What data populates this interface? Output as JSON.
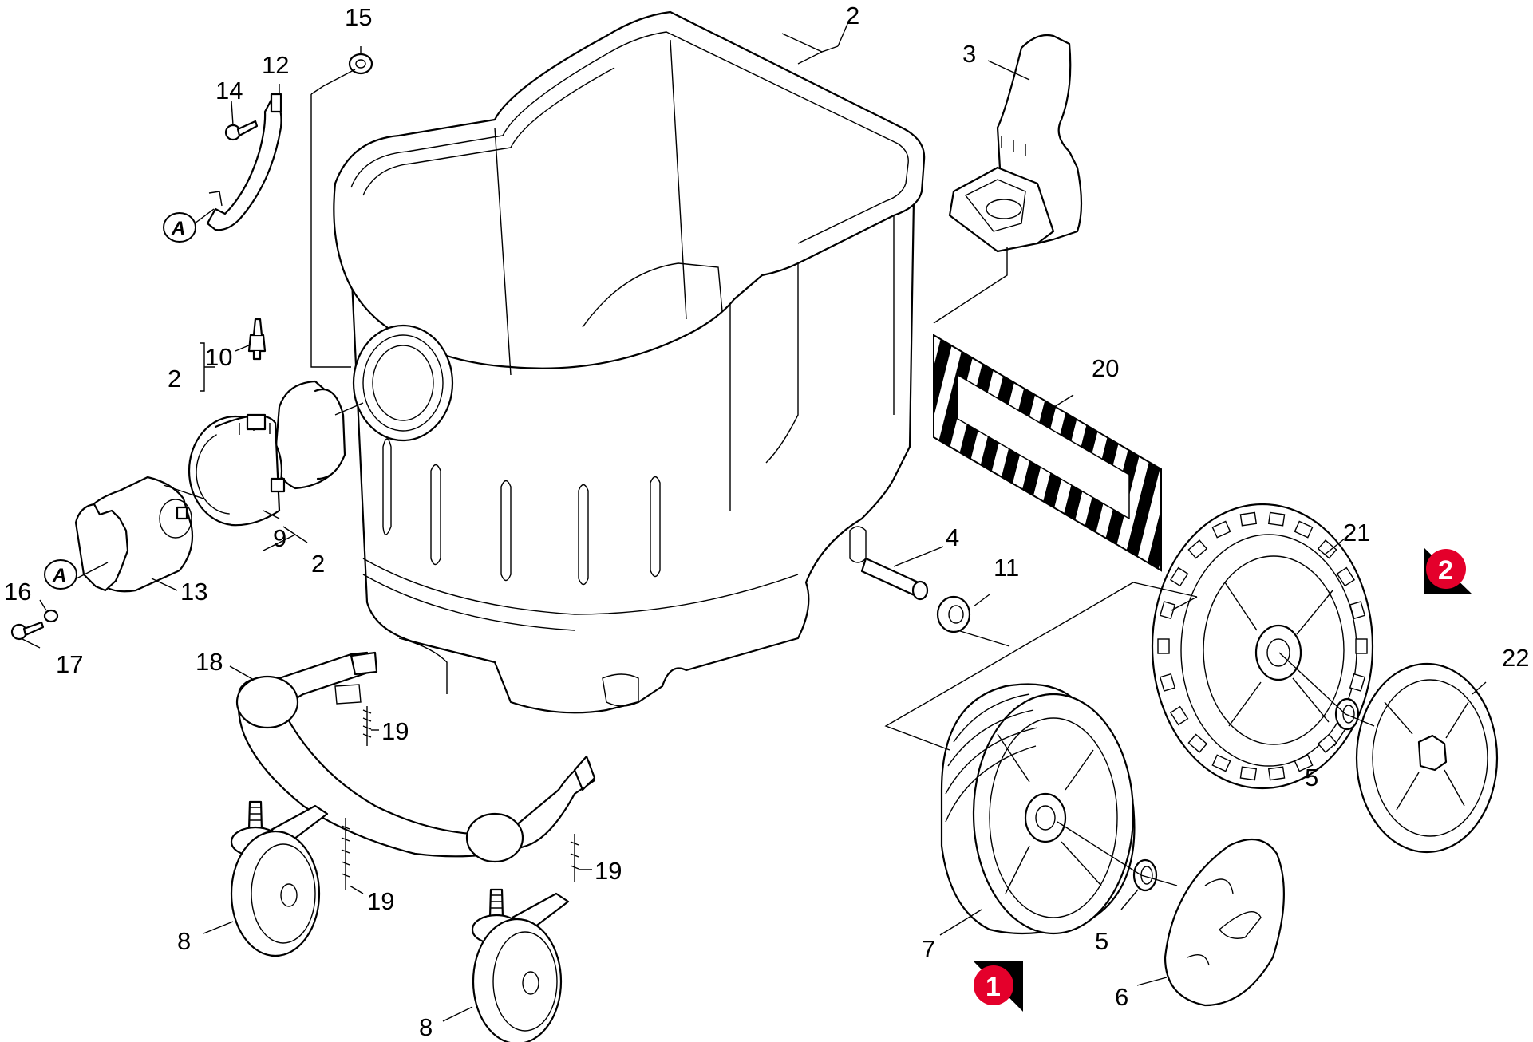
{
  "diagram": {
    "labels": {
      "l2a": "2",
      "l3": "3",
      "l15": "15",
      "l12": "12",
      "l14": "14",
      "l10": "10",
      "l2b": "2",
      "l9": "9",
      "l2c": "2",
      "l13": "13",
      "l16": "16",
      "l17": "17",
      "l18": "18",
      "l19a": "19",
      "l19b": "19",
      "l19c": "19",
      "l8a": "8",
      "l8b": "8",
      "l20": "20",
      "l4": "4",
      "l11": "11",
      "l21": "21",
      "l22": "22",
      "l5a": "5",
      "l5b": "5",
      "l7": "7",
      "l6": "6"
    },
    "ref_markers": {
      "a1": "A",
      "a2": "A"
    },
    "badges": {
      "b1": "1",
      "b2": "2"
    },
    "colors": {
      "badge": "#e4002b",
      "line": "#000000"
    }
  }
}
